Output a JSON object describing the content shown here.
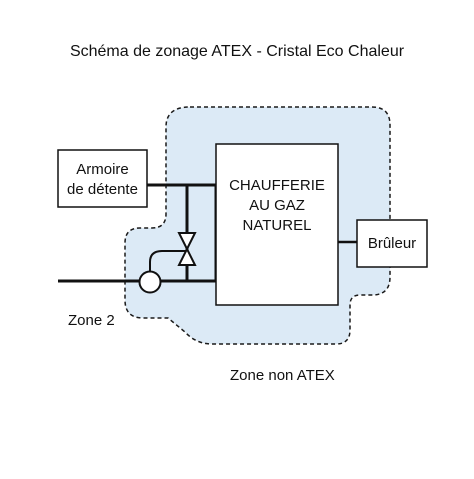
{
  "title": "Schéma de zonage ATEX - Cristal Eco Chaleur",
  "boxes": {
    "armoire": [
      "Armoire",
      "de détente"
    ],
    "chaufferie": [
      "CHAUFFERIE",
      "AU GAZ",
      "NATUREL"
    ],
    "bruleur": "Brûleur"
  },
  "zones": {
    "zone2_label": "Zone 2",
    "non_atex_label": "Zone non ATEX"
  },
  "colors": {
    "zone_fill": "#dceaf6",
    "stroke": "#1a1a1a",
    "background": "#ffffff"
  }
}
